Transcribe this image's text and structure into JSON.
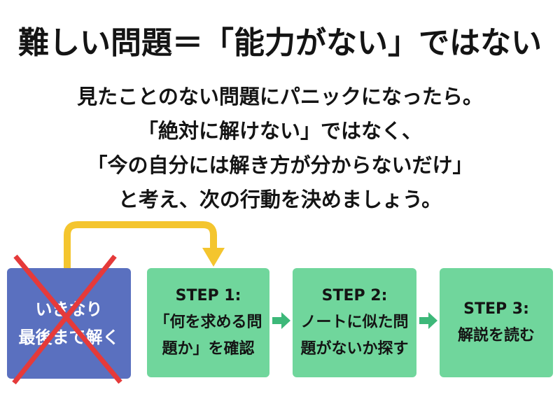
{
  "title": "難しい問題＝「能力がない」ではない",
  "message": {
    "lines": [
      "見たことのない問題にパニックになったら。",
      "「絶対に解けない」ではなく、",
      "「今の自分には解き方が分からないだけ」",
      "と考え、次の行動を決めましょう。"
    ]
  },
  "flow": {
    "rejected": {
      "lines": [
        "いきなり",
        "最後まで解く"
      ]
    },
    "steps": [
      {
        "label": "STEP 1:",
        "lines": [
          "「何を求める問",
          "題か」を確認"
        ]
      },
      {
        "label": "STEP 2:",
        "lines": [
          "ノートに似た問",
          "題がないか探す"
        ]
      },
      {
        "label": "STEP 3:",
        "lines": [
          "解説を読む"
        ]
      }
    ]
  },
  "icons": {
    "rejected_mark": "cross-icon",
    "step_connector": "arrow-right-icon",
    "skip_connector": "bent-arrow-icon"
  },
  "colors": {
    "rejected_box": "#5a70bf",
    "step_box": "#70d69c",
    "step_arrow": "#3db879",
    "cross_mark": "#e53a3a",
    "skip_arrow": "#f4c52e",
    "text": "#141414",
    "rejected_text": "#ffffff"
  }
}
